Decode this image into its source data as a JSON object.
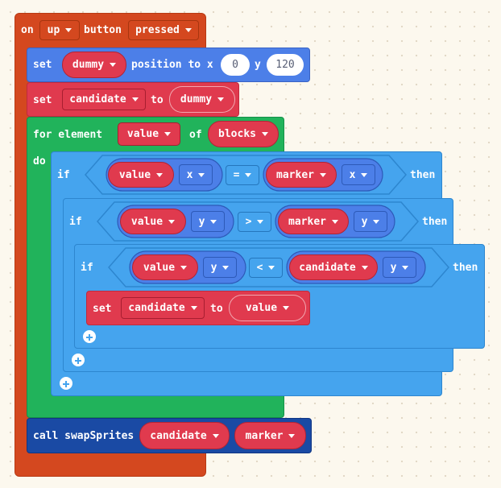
{
  "event": {
    "on": "on",
    "button": "up",
    "middle": "button",
    "action": "pressed"
  },
  "set_position": {
    "set": "set",
    "sprite": "dummy",
    "label": "position to x",
    "x": "0",
    "y_label": "y",
    "y": "120"
  },
  "set_candidate": {
    "set": "set",
    "variable": "candidate",
    "to": "to",
    "value": "dummy"
  },
  "for_loop": {
    "label": "for element",
    "variable": "value",
    "of": "of",
    "list": "blocks",
    "do": "do"
  },
  "if1": {
    "if": "if",
    "left_sprite": "value",
    "left_prop": "x",
    "op": "=",
    "right_sprite": "marker",
    "right_prop": "x",
    "then": "then"
  },
  "if2": {
    "if": "if",
    "left_sprite": "value",
    "left_prop": "y",
    "op": ">",
    "right_sprite": "marker",
    "right_prop": "y",
    "then": "then"
  },
  "if3": {
    "if": "if",
    "left_sprite": "value",
    "left_prop": "y",
    "op": "<",
    "right_sprite": "candidate",
    "right_prop": "y",
    "then": "then"
  },
  "set_inner": {
    "set": "set",
    "variable": "candidate",
    "to": "to",
    "value": "value"
  },
  "call": {
    "label": "call swapSprites",
    "arg1": "candidate",
    "arg2": "marker"
  },
  "icons": {
    "add": "plus-circle-icon",
    "dropdown": "chevron-down-icon"
  },
  "colors": {
    "event": "#d4481f",
    "sprites": "#4c7fe8",
    "variables": "#e03a4e",
    "loops": "#21b35b",
    "logic": "#45a4ee",
    "functions": "#1a4aa4"
  }
}
